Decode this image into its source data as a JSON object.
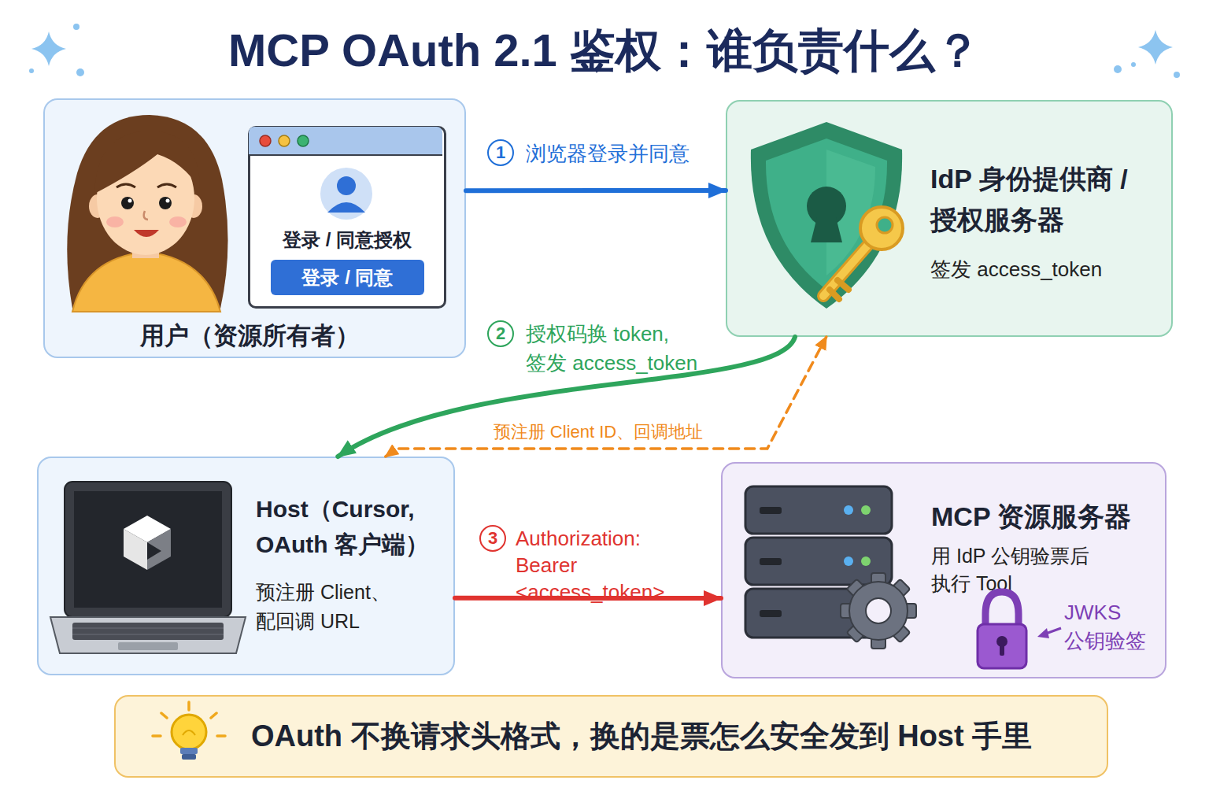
{
  "diagram": {
    "title": "MCP OAuth 2.1 鉴权：谁负责什么？",
    "nodes": [
      {
        "text": [
          "用户（资源所有者）"
        ]
      },
      {
        "text": [
          "登录 / 同意授权"
        ],
        "in": 0
      },
      {
        "text": [
          "登录 / 同意"
        ],
        "in": 1
      },
      {
        "text": [
          "IdP 身份提供商 / 授权服务器",
          "签发 access_token"
        ]
      },
      {
        "text": [
          "Host（Cursor, OAuth 客户端）",
          "预注册 Client、 配回调 URL"
        ]
      },
      {
        "text": [
          "MCP 资源服务器",
          "用 IdP 公钥验票后 执行 Tool"
        ]
      },
      {
        "text": [
          "OAuth 不换请求头格式，换的是票怎么安全发到 Host 手里"
        ]
      }
    ],
    "edges": [
      {
        "from": 0,
        "to": 3,
        "arrow": "to",
        "label": "浏览器登录并同意"
      },
      {
        "from": 3,
        "to": 4,
        "arrow": "to",
        "label": "授权码换 token, 签发 access_token"
      },
      {
        "from": 4,
        "to": 3,
        "arrow": "both",
        "label": "预注册 Client ID、回调地址"
      },
      {
        "from": 4,
        "to": 5,
        "arrow": "to",
        "label": "Authorization: Bearer <access_token>"
      }
    ],
    "labels": [
      "1",
      "2",
      "3",
      "JWKS 公钥验签"
    ]
  }
}
